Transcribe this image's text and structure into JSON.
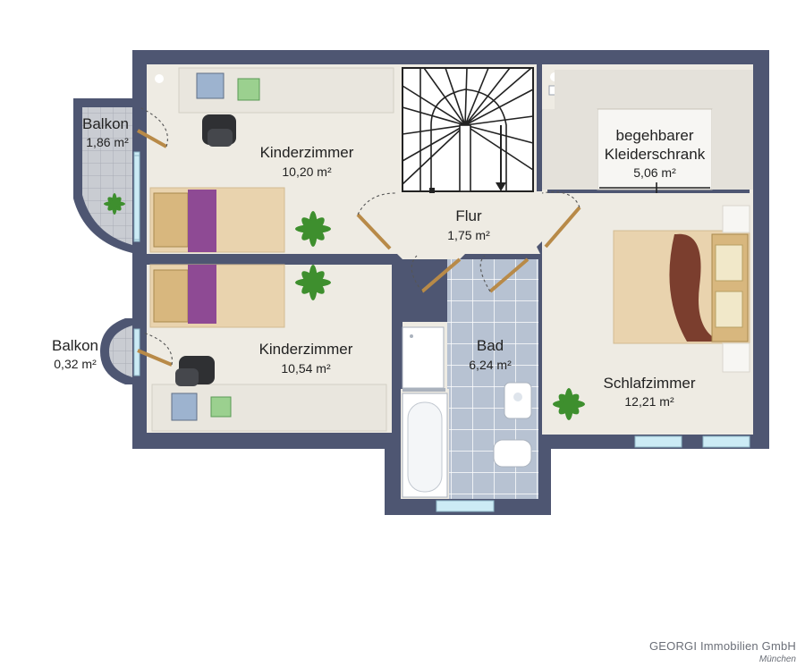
{
  "rooms": {
    "balkon_top": {
      "name": "Balkon",
      "area": "1,86 m²"
    },
    "kinder_top": {
      "name": "Kinderzimmer",
      "area": "10,20 m²"
    },
    "flur": {
      "name": "Flur",
      "area": "1,75 m²"
    },
    "kleiderschrank": {
      "name_line1": "begehbarer",
      "name_line2": "Kleiderschrank",
      "area": "5,06 m²"
    },
    "balkon_bottom": {
      "name": "Balkon",
      "area": "0,32 m²"
    },
    "kinder_bottom": {
      "name": "Kinderzimmer",
      "area": "10,54 m²"
    },
    "bad": {
      "name": "Bad",
      "area": "6,24 m²"
    },
    "schlafzimmer": {
      "name": "Schlafzimmer",
      "area": "12,21 m²"
    }
  },
  "credit": {
    "company": "GEORGI Immobilien GmbH",
    "city": "München"
  },
  "colors": {
    "wall": "#4e5672",
    "floor": "#eeebe3",
    "balcony_tile": "#c9ccd2",
    "bath_tile": "#b8c3d2",
    "window": "#ccebf5",
    "bedding": "#8e4a94",
    "wood": "#b88a48"
  }
}
